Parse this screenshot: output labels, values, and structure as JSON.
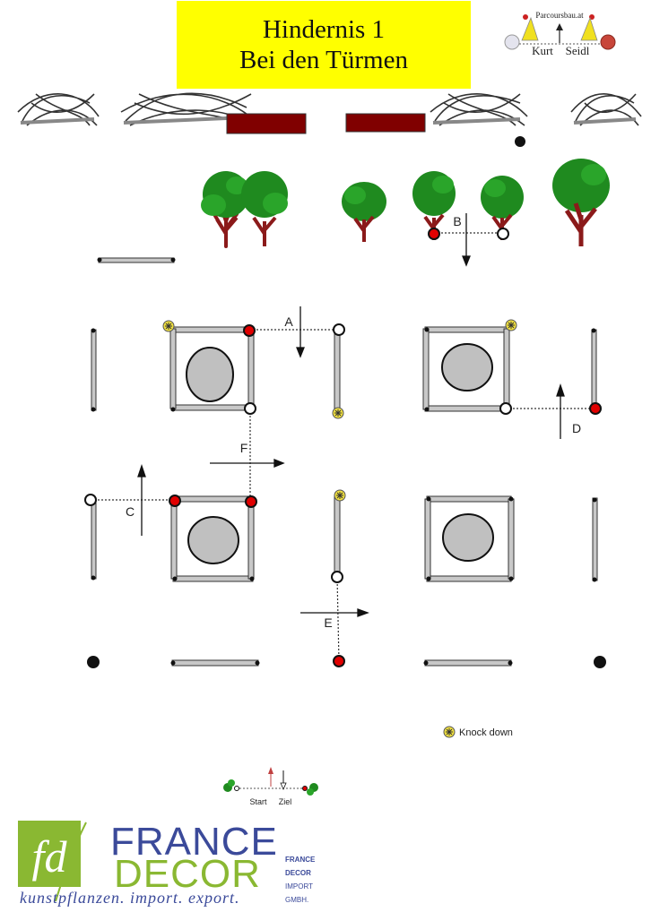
{
  "title": {
    "line1": "Hindernis 1",
    "line2": "Bei den Türmen"
  },
  "brand": {
    "site": "Parcoursbau.at",
    "name_left": "Kurt",
    "name_right": "Seidl"
  },
  "markers": [
    "A",
    "B",
    "C",
    "D",
    "E",
    "F"
  ],
  "legend": {
    "knock_down": "Knock down"
  },
  "start_finish": {
    "start": "Start",
    "finish": "Ziel"
  },
  "company": {
    "monogram": "fd",
    "line1": "FRANCE",
    "line2": "DECOR",
    "tagline": "kunstpflanzen. import. export.",
    "side1": "FRANCE",
    "side2": "DECOR",
    "side3": "IMPORT",
    "side4": "GMBH."
  },
  "colors": {
    "title_bg": "#ffff00",
    "red_flag": "#e00000",
    "wall": "#800000",
    "pole": "#c8c8c8",
    "tree": "#1f8a1f",
    "trunk": "#8b1a1a",
    "logo_green": "#8ab832",
    "logo_blue": "#3b4a9a"
  }
}
